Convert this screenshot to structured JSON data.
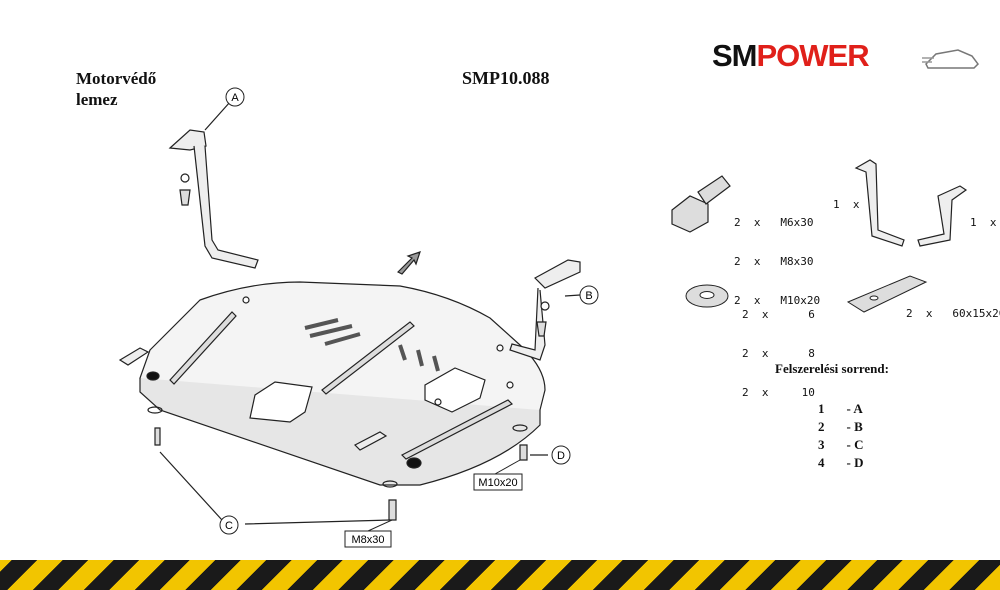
{
  "header": {
    "title_line1": "Motorvédő",
    "title_line2": "lemez",
    "product_code": "SMP10.088"
  },
  "logo": {
    "part1": "SM",
    "part2": "POWER",
    "accent_color": "#e0201a"
  },
  "callouts": {
    "a": "A",
    "b": "B",
    "c": "C",
    "d": "D"
  },
  "labels": {
    "m10x20": "M10x20",
    "m8x30": "M8x30"
  },
  "hardware": {
    "bolts": [
      "2  x   M6x30",
      "2  x   M8x30",
      "2  x   M10x20"
    ],
    "bracket_count": "1  x",
    "bracket_count_right": "1  x",
    "washers": [
      "2  x      6",
      "2  x      8",
      "2  x     10"
    ],
    "plate": "2  x   60x15x20"
  },
  "order": {
    "title": "Felszerelési sorrend:",
    "steps": [
      {
        "num": "1",
        "code": "- A"
      },
      {
        "num": "2",
        "code": "- B"
      },
      {
        "num": "3",
        "code": "- C"
      },
      {
        "num": "4",
        "code": "- D"
      }
    ]
  },
  "colors": {
    "hazard_yellow": "#f2c500",
    "hazard_black": "#1a1a1a"
  }
}
